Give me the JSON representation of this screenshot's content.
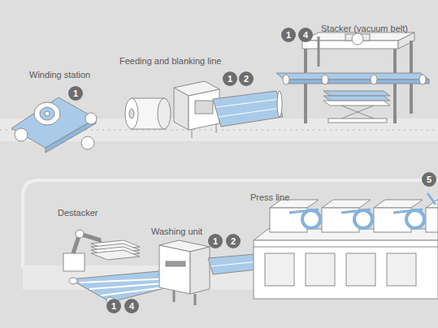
{
  "diagram": {
    "labels": [
      "Winding station",
      "1",
      "Feeding and blanking line",
      "1",
      "2",
      "1",
      "4",
      "Stacker (vacuum belt)",
      "Destacker",
      "Washing unit",
      "Press line",
      "1",
      "2",
      "1",
      "4",
      "5"
    ]
  }
}
